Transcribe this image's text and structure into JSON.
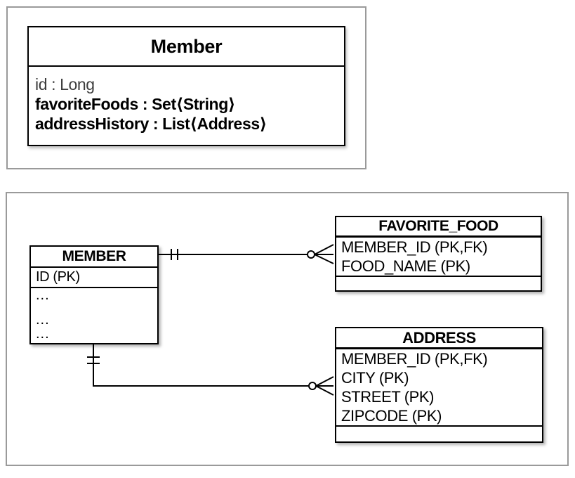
{
  "colors": {
    "panel_border": "#9a9a9a",
    "box_border": "#000000",
    "muted_field_text": "#3d3d3d",
    "background": "#ffffff"
  },
  "class_diagram": {
    "title": "Member",
    "fields": [
      {
        "text": "id : Long"
      },
      {
        "text": "favoriteFoods : Set⟨String⟩"
      },
      {
        "text": "addressHistory : List⟨Address⟩"
      }
    ]
  },
  "er_diagram": {
    "member_table": {
      "title": "MEMBER",
      "key_row": "ID (PK)",
      "dots": [
        "...",
        "...",
        "..."
      ]
    },
    "favorite_food_table": {
      "title": "FAVORITE_FOOD",
      "rows": [
        "MEMBER_ID (PK,FK)",
        "FOOD_NAME (PK)"
      ]
    },
    "address_table": {
      "title": "ADDRESS",
      "rows": [
        "MEMBER_ID (PK,FK)",
        "CITY (PK)",
        "STREET (PK)",
        "ZIPCODE (PK)"
      ]
    },
    "connectors": [
      {
        "from": "MEMBER",
        "to": "FAVORITE_FOOD",
        "from_cardinality": "one",
        "to_cardinality": "zero-or-many"
      },
      {
        "from": "MEMBER",
        "to": "ADDRESS",
        "from_cardinality": "one",
        "to_cardinality": "zero-or-many"
      }
    ]
  }
}
